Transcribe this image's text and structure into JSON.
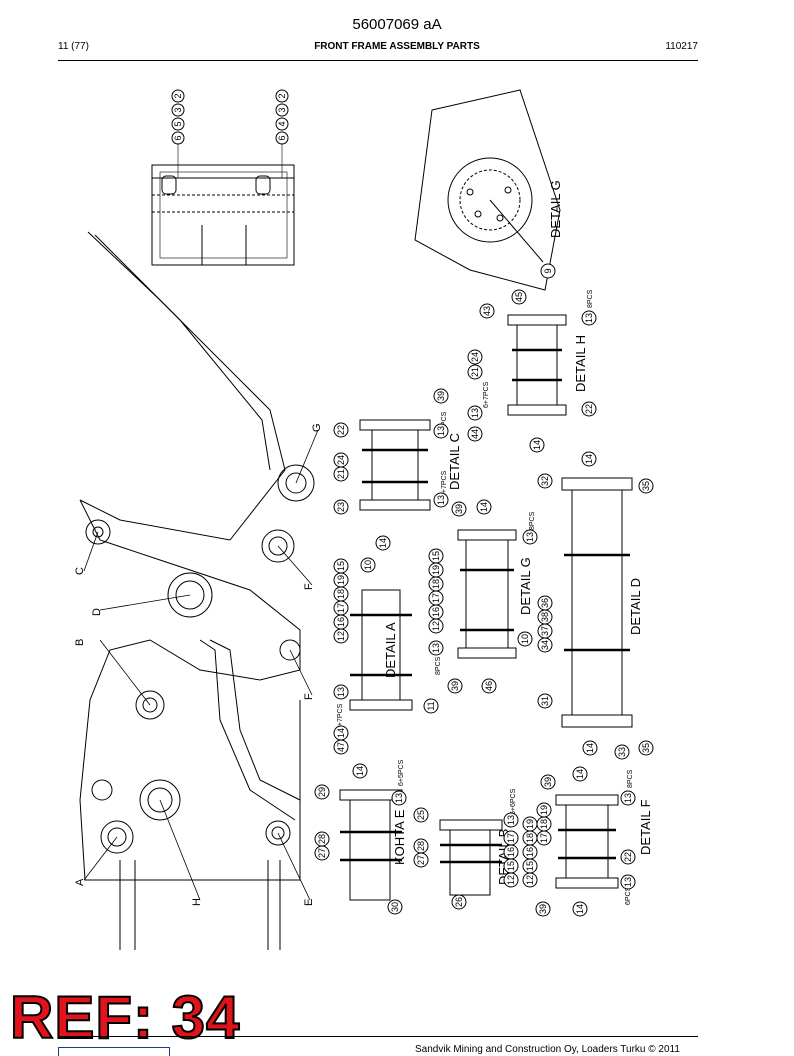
{
  "header": {
    "doc_number": "56007069 aA",
    "page": "11 (77)",
    "title": "FRONT FRAME ASSEMBLY PARTS",
    "code": "110217"
  },
  "details": {
    "g_top": "DETAIL G",
    "h": "DETAIL H",
    "c": "DETAIL C",
    "g_mid": "DETAIL G",
    "d": "DETAIL D",
    "a": "DETAIL A",
    "kohta_e": "KOHTA E",
    "b": "DETAIL B",
    "f": "DETAIL F"
  },
  "view_letters": [
    "A",
    "B",
    "C",
    "D",
    "E",
    "F",
    "F",
    "G",
    "H"
  ],
  "qty": {
    "h_8pcs": "8PCS",
    "h_6_7pcs": "6+7PCS",
    "c_6pcs": "6PCS",
    "c_6_7pcs": "6+7PCS",
    "g_8pcs": "8PCS",
    "a_8pcs": "8PCS",
    "a_6_7pcs": "6+7PCS",
    "e_6_5pcs": "6+5PCS",
    "b_6_6pcs": "6+6PCS",
    "f_8pcs": "8PCS",
    "f_6pcs": "6PCS"
  },
  "balloons": {
    "top_left": [
      "2",
      "3",
      "5",
      "6"
    ],
    "top_right": [
      "2",
      "3",
      "4",
      "6"
    ],
    "g9": "9",
    "h": [
      "43",
      "45",
      "13",
      "21",
      "24",
      "13",
      "44",
      "22",
      "14"
    ],
    "c": [
      "22",
      "39",
      "13",
      "21",
      "24",
      "13",
      "23",
      "14"
    ],
    "g": [
      "39",
      "14",
      "13",
      "12",
      "16",
      "17",
      "18",
      "19",
      "15",
      "13",
      "39",
      "46",
      "10"
    ],
    "d": [
      "32",
      "14",
      "35",
      "34",
      "37",
      "38",
      "36",
      "31",
      "14",
      "33",
      "35"
    ],
    "a": [
      "10",
      "12",
      "16",
      "17",
      "18",
      "19",
      "15",
      "13",
      "14",
      "47",
      "11"
    ],
    "e": [
      "29",
      "14",
      "13",
      "27",
      "28",
      "30"
    ],
    "b": [
      "25",
      "13",
      "27",
      "28",
      "12",
      "15",
      "16",
      "17",
      "18",
      "19",
      "26"
    ],
    "f": [
      "39",
      "14",
      "13",
      "22",
      "12",
      "15",
      "16",
      "17",
      "18",
      "19",
      "13",
      "39",
      "14"
    ]
  },
  "stamp": "REF: 34",
  "footer": "Sandvik Mining and Construction Oy, Loaders Turku © 2011"
}
